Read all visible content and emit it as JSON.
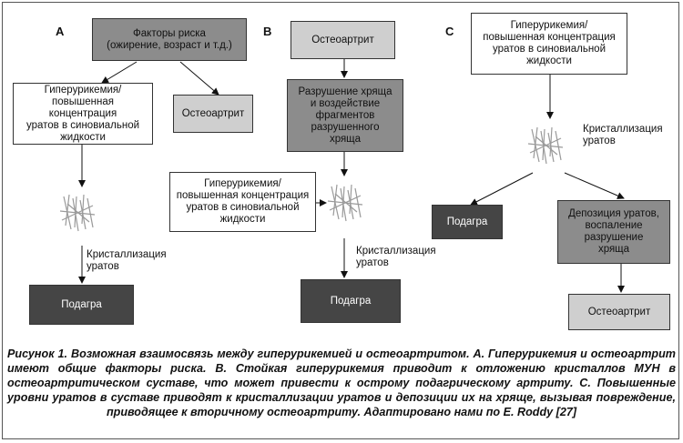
{
  "panels": {
    "a": {
      "letter": "A",
      "risk_factors": "Факторы риска\n(ожирение, возраст и т.д.)",
      "hyperuricemia": "Гиперурикемия/\nповышенная концентрация\nуратов в синовиальной\nжидкости",
      "osteoarthritis": "Остеоартрит",
      "crystallization": "Кристаллизация\nуратов",
      "gout": "Подагра"
    },
    "b": {
      "letter": "B",
      "osteoarthritis": "Остеоартрит",
      "cartilage_damage": "Разрушение хряща\nи воздействие\nфрагментов\nразрушенного\nхряща",
      "hyperuricemia": "Гиперурикемия/\nповышенная концентрация\nуратов в синовиальной\nжидкости",
      "crystallization": "Кристаллизация\nуратов",
      "gout": "Подагра"
    },
    "c": {
      "letter": "C",
      "hyperuricemia": "Гиперурикемия/\nповышенная концентрация\nуратов в синовиальной\nжидкости",
      "crystallization": "Кристаллизация\nуратов",
      "gout": "Подагра",
      "deposition": "Депозиция уратов,\nвоспаление\nразрушение\nхряща",
      "osteoarthritis": "Остеоартрит"
    }
  },
  "caption": "Рисунок 1. Возможная взаимосвязь между гиперурикемией и остеоартритом. А. Гиперурикемия и остеоартрит имеют общие факторы риска. В. Стойкая гиперурикемия приводит к отложению кристаллов МУН в остеоартритическом суставе, что может привести к острому подагрическому артриту. С. Повышенные уровни уратов в суставе приводят к кристаллизации уратов и депозиции их на хряще, вызывая повреждение, приводящее к вторичному остеоартриту. Адаптировано нами по E. Roddy [27]",
  "colors": {
    "white": "#ffffff",
    "light": "#cfcfcf",
    "mid": "#8c8c8c",
    "dark": "#454545",
    "crystal": "#9a9a9a"
  },
  "icons": [
    "urate-crystal-icon"
  ]
}
